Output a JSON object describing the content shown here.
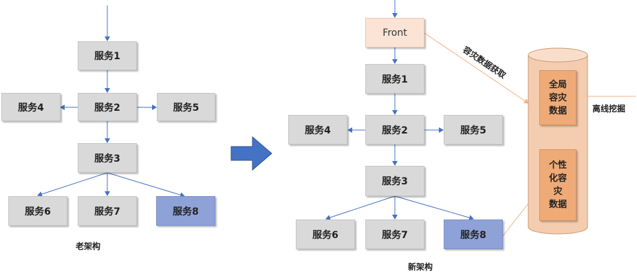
{
  "old_architecture": {
    "caption": "老架构",
    "nodes": {
      "s1": "服务1",
      "s2": "服务2",
      "s3": "服务3",
      "s4": "服务4",
      "s5": "服务5",
      "s6": "服务6",
      "s7": "服务7",
      "s8": "服务8"
    }
  },
  "new_architecture": {
    "caption": "新架构",
    "front": "Front",
    "nodes": {
      "s1": "服务1",
      "s2": "服务2",
      "s3": "服务3",
      "s4": "服务4",
      "s5": "服务5",
      "s6": "服务6",
      "s7": "服务7",
      "s8": "服务8"
    },
    "edge_labels": {
      "dr_fetch": "容灾数据获取",
      "offline_mining": "离线挖掘"
    },
    "storage": {
      "global_dr": "全局\n容灾\n数据",
      "personal_dr": "个性\n化容\n灾\n数据"
    }
  },
  "colors": {
    "node": "#d9d9d9",
    "highlight_node": "#8ea2d8",
    "front": "#fbe4d5",
    "cylinder": "#f4cdb0",
    "storage_box": "#efab77",
    "arrow_blue": "#4472c4",
    "arrow_orange": "#f4b183"
  }
}
